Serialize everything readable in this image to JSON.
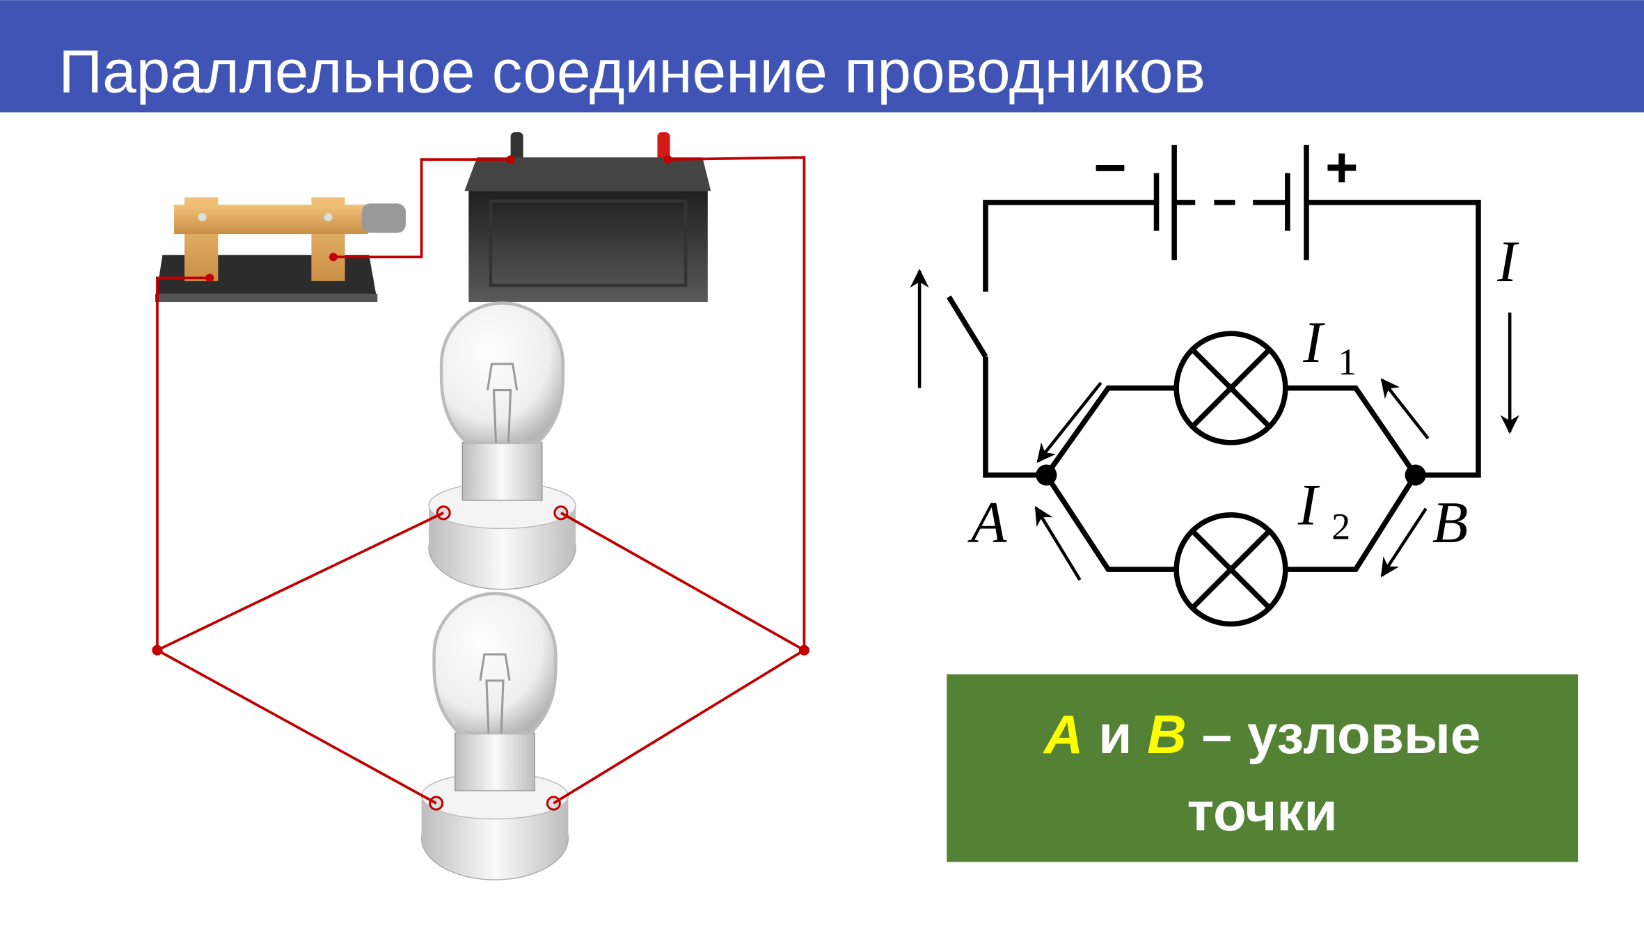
{
  "header": {
    "title": "Параллельное соединение проводников",
    "color": "#3f54b5"
  },
  "schematic": {
    "minus": "−",
    "plus": "+",
    "current_total": "I",
    "current_1": "I",
    "current_1_sub": "1",
    "current_2": "I",
    "current_2_sub": "2",
    "node_a": "A",
    "node_b": "B"
  },
  "caption": {
    "a": "A",
    "and": " и ",
    "b": "B",
    "rest": " – узловые",
    "line2": "точки",
    "bg_color": "#548235",
    "highlight_color": "#ffff00"
  },
  "wire_color": "#c00000"
}
